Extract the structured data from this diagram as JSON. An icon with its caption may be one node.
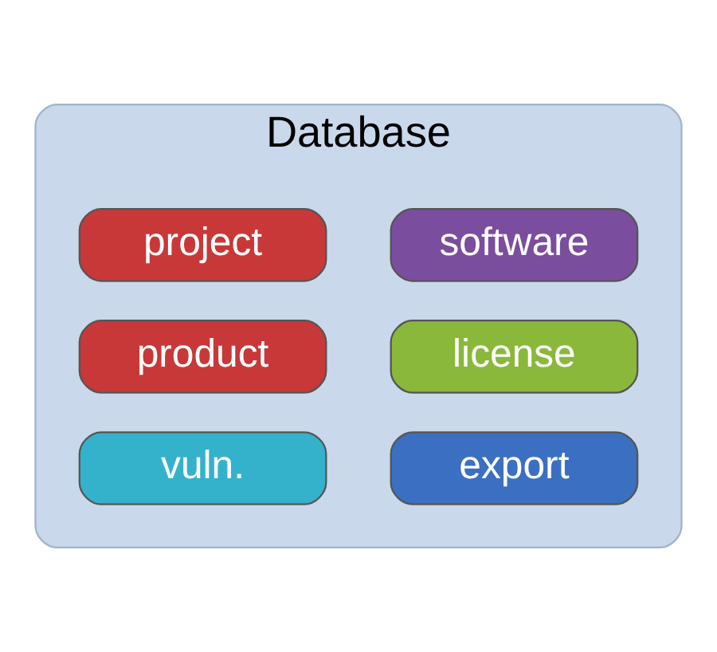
{
  "diagram": {
    "nodes": [
      {
        "text": [
          "Database"
        ]
      },
      {
        "text": [
          "software"
        ],
        "in": 0
      },
      {
        "text": [
          "project"
        ],
        "in": 0
      },
      {
        "text": [
          "license"
        ],
        "in": 0
      },
      {
        "text": [
          "product"
        ],
        "in": 0
      },
      {
        "text": [
          "export"
        ],
        "in": 0
      },
      {
        "text": [
          "vuln."
        ],
        "in": 0
      }
    ],
    "edges": []
  }
}
